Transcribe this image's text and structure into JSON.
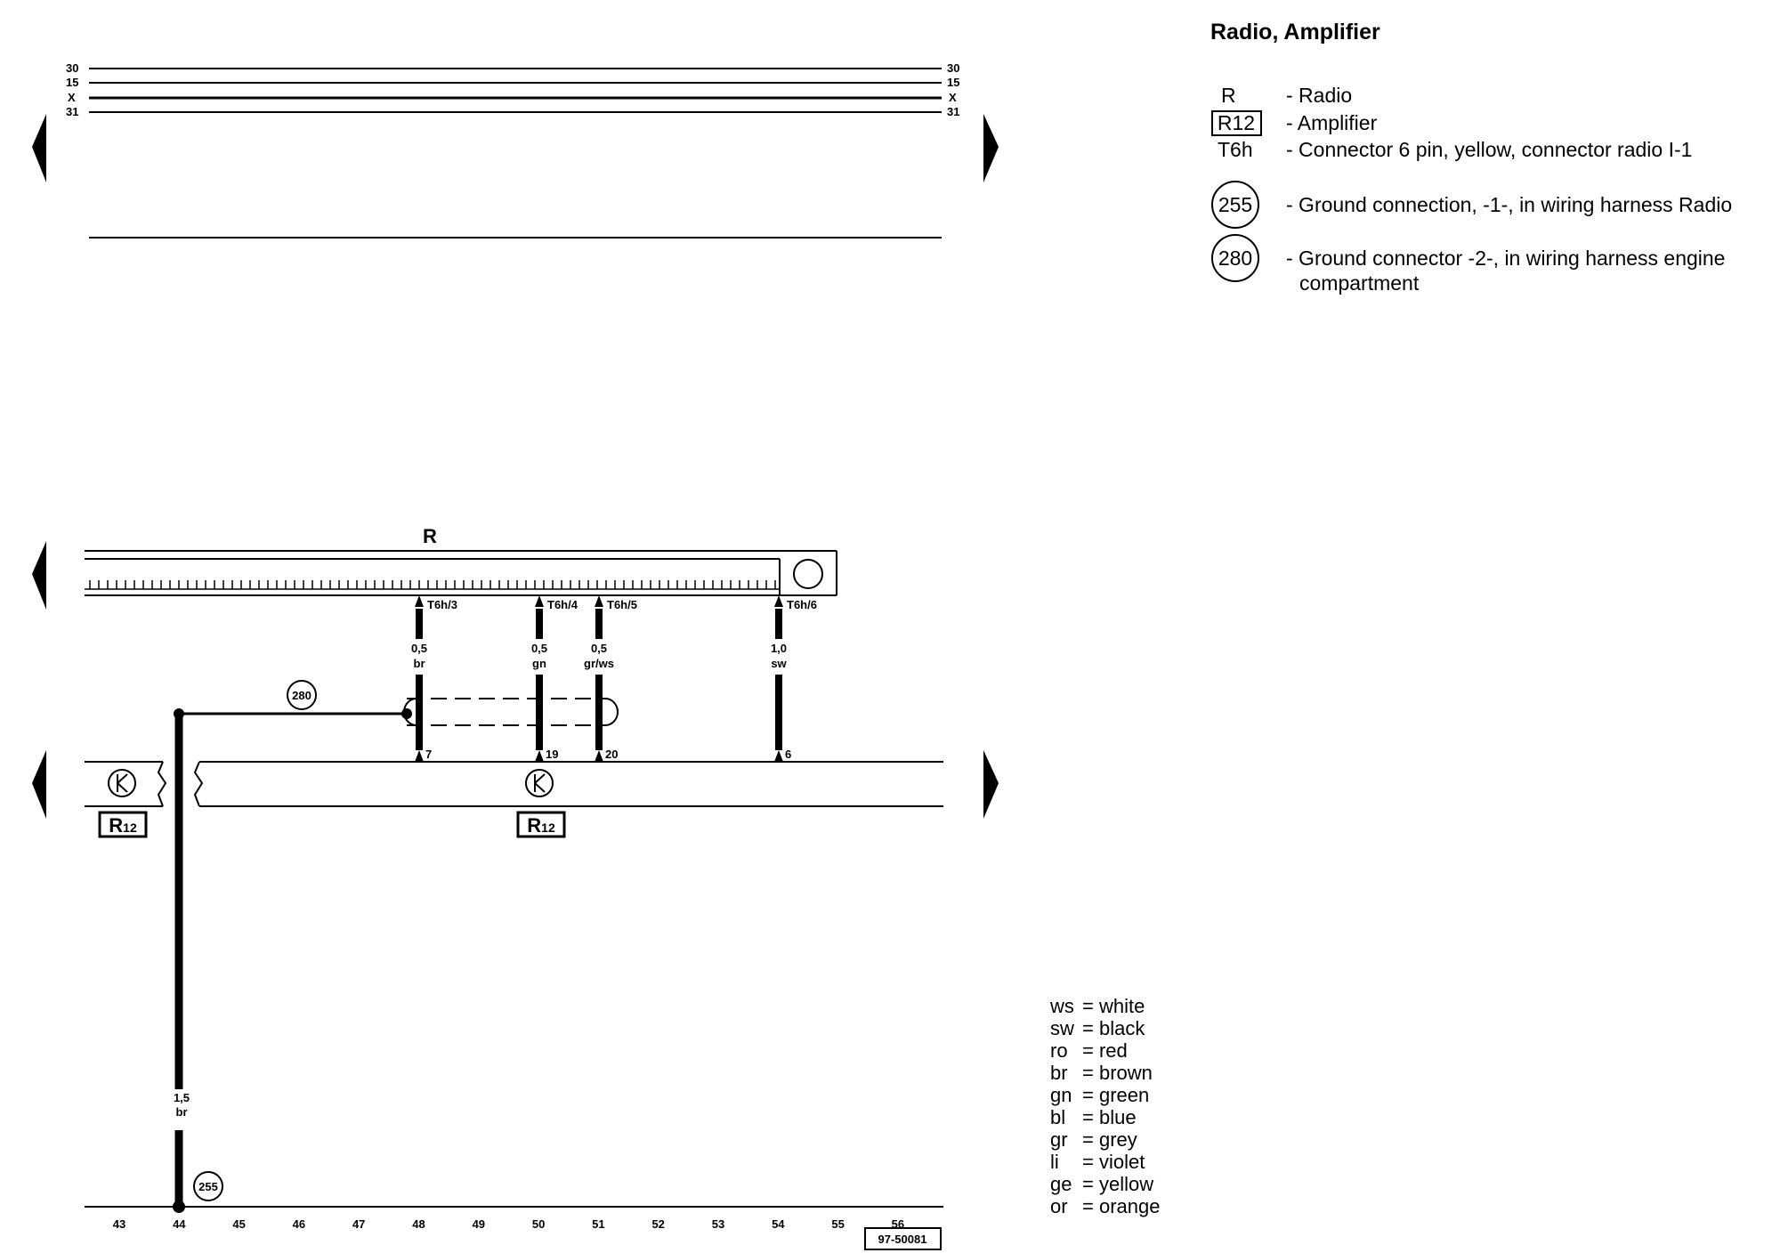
{
  "title": "Radio, Amplifier",
  "rails": [
    "30",
    "15",
    "X",
    "31"
  ],
  "components": {
    "radio": "R",
    "amplifier_sub": "12"
  },
  "connectors": {
    "t3": "T6h/3",
    "t4": "T6h/4",
    "t5": "T6h/5",
    "t6": "T6h/6"
  },
  "wires": {
    "w1_size": "0,5",
    "w1_color": "br",
    "w2_size": "0,5",
    "w2_color": "gn",
    "w3_size": "0,5",
    "w3_color": "gr/ws",
    "w4_size": "1,0",
    "w4_color": "sw",
    "ground_size": "1,5",
    "ground_color": "br"
  },
  "amp_pins": {
    "p1": "7",
    "p2": "19",
    "p3": "20",
    "p4": "6"
  },
  "grounds": {
    "g255": "255",
    "g280": "280"
  },
  "grid_numbers": [
    "43",
    "44",
    "45",
    "46",
    "47",
    "48",
    "49",
    "50",
    "51",
    "52",
    "53",
    "54",
    "55",
    "56"
  ],
  "ref_code": "97-50081",
  "legend": [
    {
      "code": "R",
      "desc": "- Radio"
    },
    {
      "code": "R12",
      "desc": "- Amplifier"
    },
    {
      "code": "T6h",
      "desc": "- Connector 6 pin, yellow, connector radio I-1"
    },
    {
      "code": "255",
      "desc": "- Ground connection, -1-, in wiring harness Radio"
    },
    {
      "code": "280",
      "desc_line1": "- Ground connector -2-, in wiring harness engine",
      "desc_line2": "compartment"
    }
  ],
  "color_codes": [
    {
      "abbr": "ws",
      "name": "white"
    },
    {
      "abbr": "sw",
      "name": "black"
    },
    {
      "abbr": "ro",
      "name": "red"
    },
    {
      "abbr": "br",
      "name": "brown"
    },
    {
      "abbr": "gn",
      "name": "green"
    },
    {
      "abbr": "bl",
      "name": "blue"
    },
    {
      "abbr": "gr",
      "name": "grey"
    },
    {
      "abbr": "li",
      "name": "violet"
    },
    {
      "abbr": "ge",
      "name": "yellow"
    },
    {
      "abbr": "or",
      "name": "orange"
    }
  ]
}
